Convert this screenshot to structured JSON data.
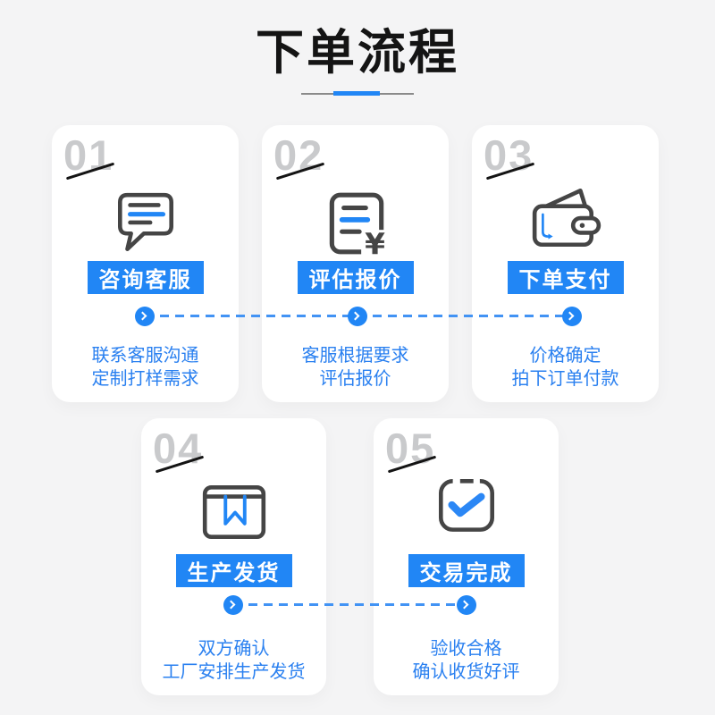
{
  "title": "下单流程",
  "steps": [
    {
      "num": "01",
      "icon": "chat-icon",
      "button": "咨询客服",
      "desc1": "联系客服沟通",
      "desc2": "定制打样需求"
    },
    {
      "num": "02",
      "icon": "quote-icon",
      "button": "评估报价",
      "desc1": "客服根据要求",
      "desc2": "评估报价"
    },
    {
      "num": "03",
      "icon": "wallet-icon",
      "button": "下单支付",
      "desc1": "价格确定",
      "desc2": "拍下订单付款"
    },
    {
      "num": "04",
      "icon": "package-icon",
      "button": "生产发货",
      "desc1": "双方确认",
      "desc2": "工厂安排生产发货"
    },
    {
      "num": "05",
      "icon": "check-icon",
      "button": "交易完成",
      "desc1": "验收合格",
      "desc2": "确认收货好评"
    }
  ],
  "icon_symbols": {
    "quote_currency": "¥"
  },
  "colors": {
    "primary": "#2186f5",
    "dash": "#4293f4",
    "desc_text": "#2a80f0",
    "number": "#c9cacc",
    "icon_stroke": "#454545",
    "background": "#f4f4f5"
  }
}
